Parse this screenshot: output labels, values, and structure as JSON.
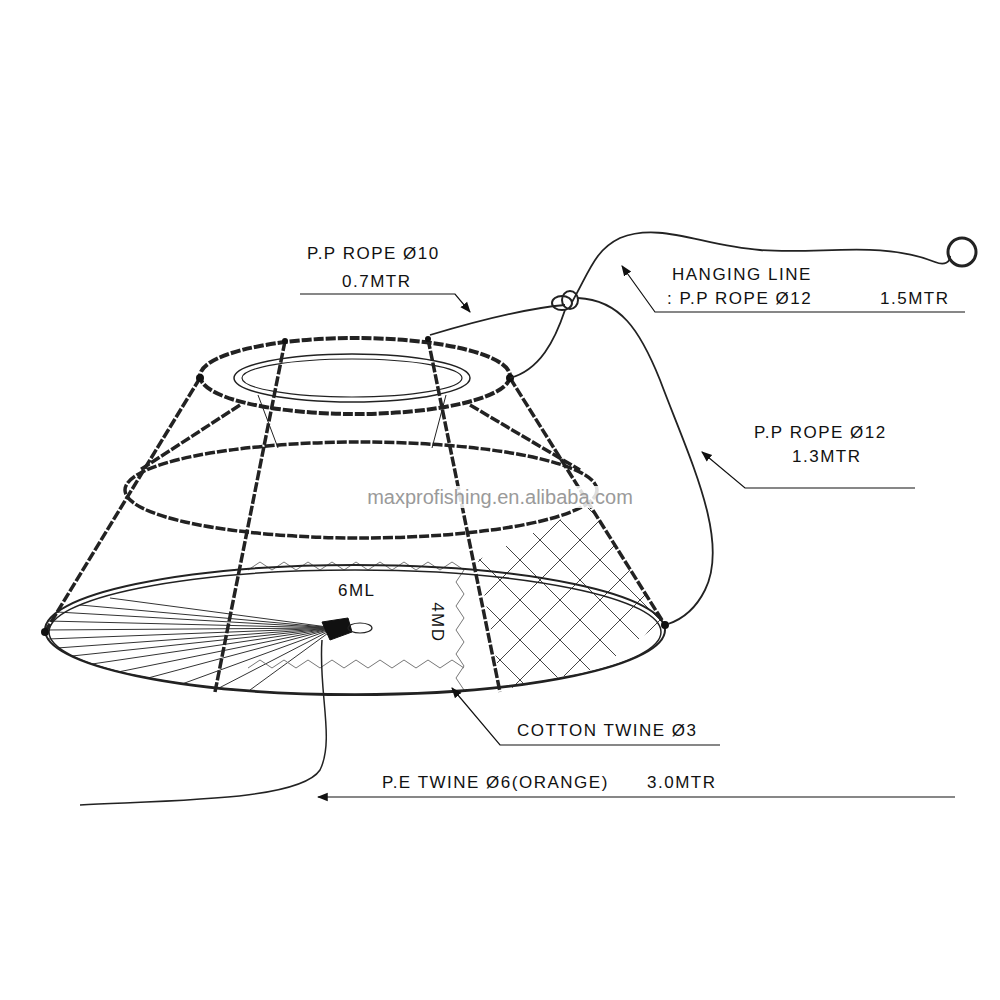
{
  "diagram": {
    "labels": [
      "P.P ROPE Ø10",
      "0.7MTR",
      "HANGING LINE",
      ": P.P ROPE Ø12",
      "1.5MTR",
      "P.P ROPE Ø12",
      "1.3MTR",
      "maxprofishing.en.alibaba.com",
      "6ML",
      "4MD",
      "COTTON TWINE Ø3",
      "P.E TWINE Ø6(ORANGE)",
      "3.0MTR"
    ]
  }
}
